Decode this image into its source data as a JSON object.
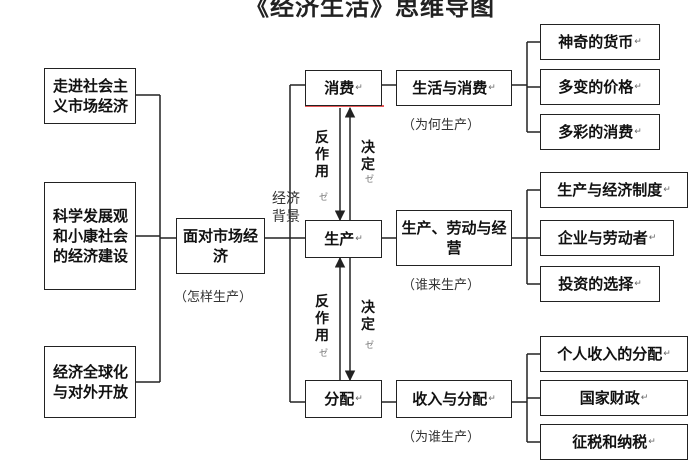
{
  "title": "《经济生活》思维导图",
  "left_topics": [
    "走进社会主义市场经济",
    "科学发展观和小康社会的经济建设",
    "经济全球化与对外开放"
  ],
  "center": {
    "label": "面对市场经济",
    "caption": "（怎样生产）"
  },
  "background_label": "经济背景",
  "hub": {
    "consume": "消费",
    "produce": "生产",
    "distribute": "分配"
  },
  "relations": {
    "reaction": "反作用",
    "decides": "决定"
  },
  "units": [
    {
      "title": "生活与消费",
      "caption": "（为何生产）",
      "lessons": [
        "神奇的货币",
        "多变的价格",
        "多彩的消费"
      ]
    },
    {
      "title": "生产、劳动与经营",
      "caption": "（谁来生产）",
      "lessons": [
        "生产与经济制度",
        "企业与劳动者",
        "投资的选择"
      ]
    },
    {
      "title": "收入与分配",
      "caption": "（为谁生产）",
      "lessons": [
        "个人收入的分配",
        "国家财政",
        "征税和纳税"
      ]
    }
  ],
  "mark": "↵",
  "mark_small": "ゼ"
}
